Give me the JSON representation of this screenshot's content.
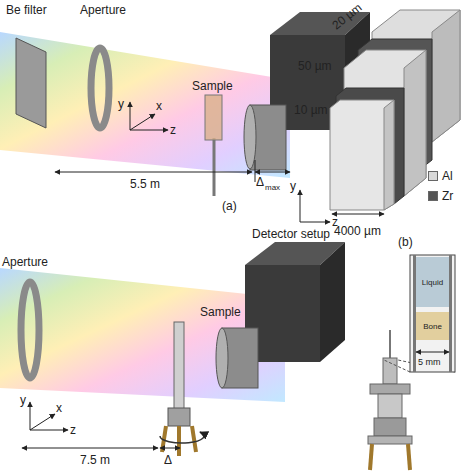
{
  "diagram": {
    "nodes": [
      {
        "text": [
          "Liquid"
        ]
      },
      {
        "text": [
          "Bone"
        ]
      }
    ],
    "labels": [
      "Be filter",
      "Aperture",
      "Sample",
      "y",
      "x",
      "z",
      "5.5 m",
      "Δ",
      "max",
      "(a)",
      "20 µm",
      "50 µm",
      "10 µm",
      "4000 µm",
      "y",
      "z",
      "(b)",
      "Detector setup",
      "Aperture",
      "Sample",
      "5 mm",
      "y",
      "x",
      "z",
      "7.5 m",
      "Δ"
    ],
    "legend": [
      {
        "text": "Al",
        "color": "#d9d9d9"
      },
      {
        "text": "Zr",
        "color": "#555555"
      }
    ]
  }
}
